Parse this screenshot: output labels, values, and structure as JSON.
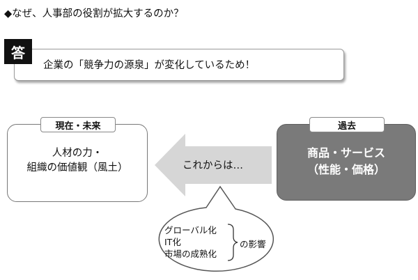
{
  "question": "◆なぜ、人事部の役割が拡大するのか？",
  "answer": {
    "badge": "答",
    "text": "企業の「競争力の源泉」が変化しているため！"
  },
  "current": {
    "tab": "現在・未来",
    "lines": [
      "人材の力・",
      "組織の価値観（風土）"
    ]
  },
  "past": {
    "tab": "過去",
    "lines": [
      "商品・サービス",
      "（性能・価格）"
    ]
  },
  "arrow_label": "これからは…",
  "factors": {
    "items": [
      "グローバル化",
      "IT化",
      "市場の成熟化"
    ],
    "suffix": "の影響"
  },
  "colors": {
    "past_box": "#7a7a7a",
    "arrow_fill": "#d6d6d6",
    "badge": "#111111"
  }
}
